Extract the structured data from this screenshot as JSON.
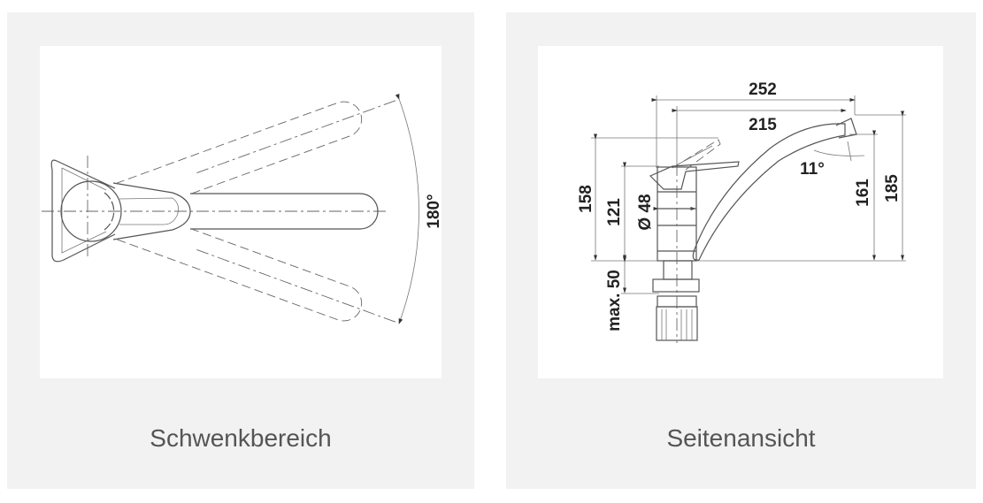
{
  "panels": [
    {
      "caption": "Schwenkbereich",
      "labels": {
        "angle": "180°"
      }
    },
    {
      "caption": "Seitenansicht",
      "labels": {
        "width_total": "252",
        "reach": "215",
        "height_total": "158",
        "height_body": "121",
        "diameter": "Ø 48",
        "angle": "11°",
        "outlet_height": "161",
        "spout_height": "185",
        "mount_depth": "max. 50"
      }
    }
  ]
}
